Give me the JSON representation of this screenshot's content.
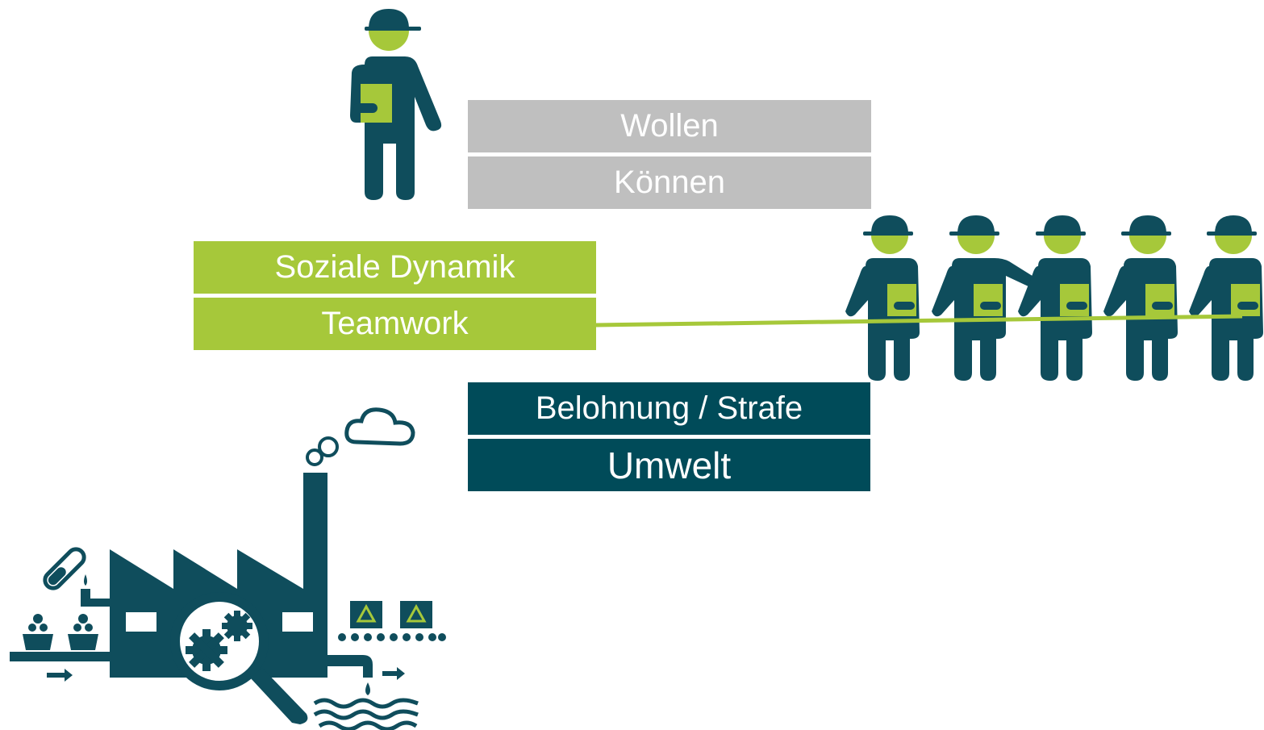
{
  "labels": {
    "wollen": "Wollen",
    "koennen": "Können",
    "soziale_dynamik": "Soziale Dynamik",
    "teamwork": "Teamwork",
    "belohnung_strafe": "Belohnung / Strafe",
    "umwelt": "Umwelt"
  },
  "colors": {
    "grey": "#bfbfbf",
    "green": "#a6c83a",
    "teal": "#004b59"
  },
  "icons": {
    "individual": "worker-icon",
    "team": "team-of-workers-icon",
    "environment": "factory-icon"
  }
}
